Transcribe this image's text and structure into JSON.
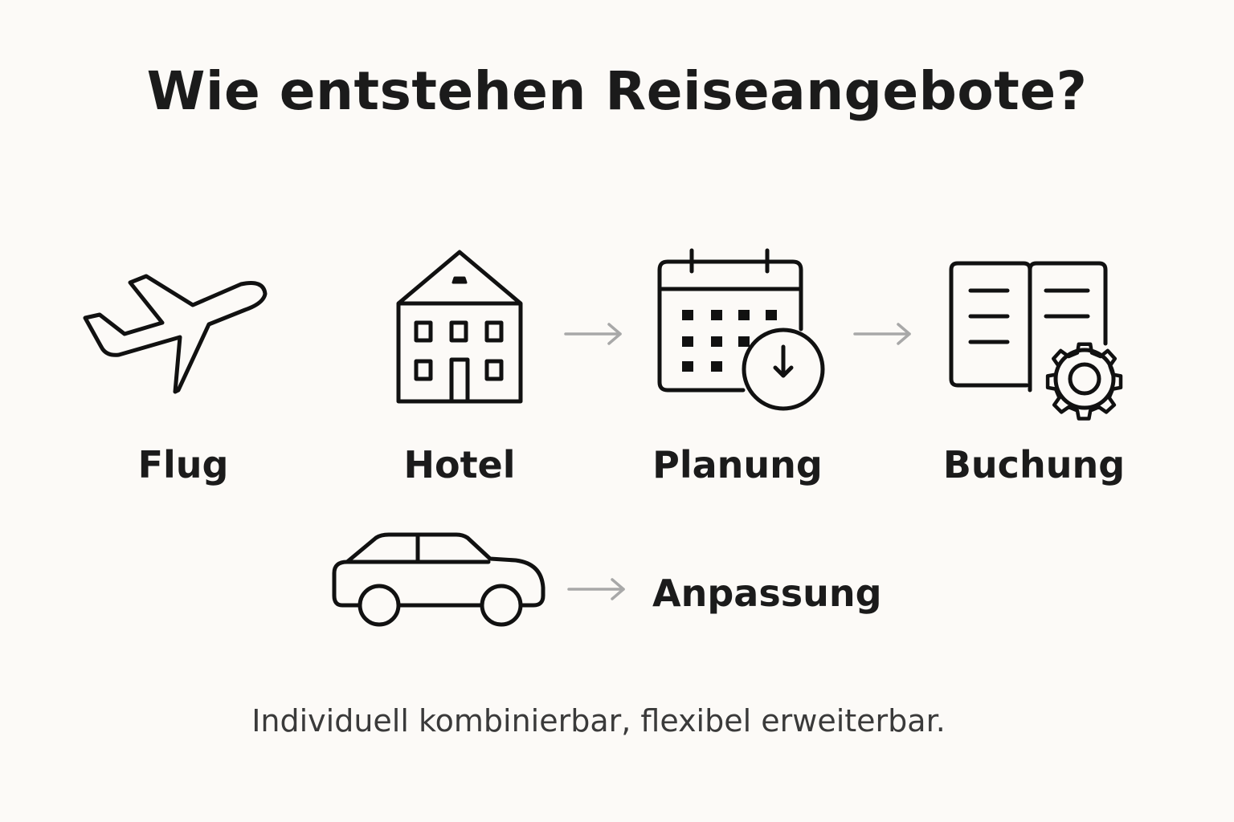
{
  "title": "Wie entstehen Reiseangebote?",
  "steps": [
    {
      "label": "Flug",
      "icon": "airplane-icon"
    },
    {
      "label": "Hotel",
      "icon": "hotel-building-icon"
    },
    {
      "label": "Planung",
      "icon": "calendar-clock-icon"
    },
    {
      "label": "Buchung",
      "icon": "book-gear-icon"
    },
    {
      "label": "Anpassung",
      "icon": "car-icon"
    }
  ],
  "footer": "Individuell kombinierbar, flexibel erweiterbar.",
  "colors": {
    "background": "#fcfaf7",
    "text": "#1b1b1b",
    "arrow": "#a8a8a8",
    "subtitle": "#3a3a3a"
  }
}
